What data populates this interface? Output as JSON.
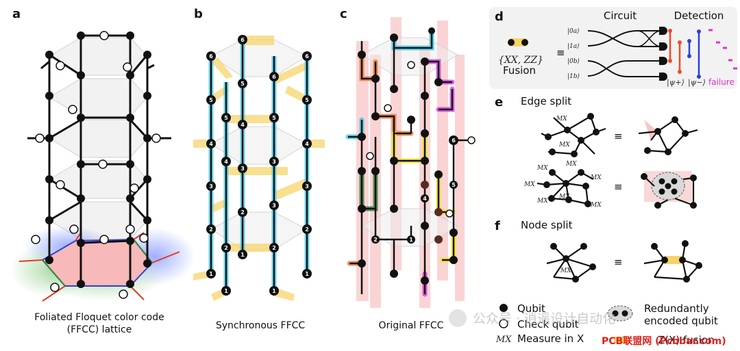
{
  "panels": {
    "a": {
      "letter": "a",
      "caption_line1": "Foliated Floquet color code",
      "caption_line2": "(FFCC) lattice"
    },
    "b": {
      "letter": "b",
      "caption": "Synchronous FFCC",
      "node_numbers": [
        "1",
        "2",
        "3",
        "4",
        "5",
        "6"
      ]
    },
    "c": {
      "letter": "c",
      "caption": "Original FFCC"
    },
    "d": {
      "letter": "d",
      "circuit_title": "Circuit",
      "detection_title": "Detection",
      "fusion_operator": "{XX, ZZ}",
      "equiv": "≡",
      "fusion_label": "Fusion",
      "kets": [
        "|0a⟩",
        "|1a⟩",
        "|0b⟩",
        "|1b⟩"
      ],
      "legend_psi_plus": "|ψ+⟩",
      "legend_psi_minus": "|ψ−⟩",
      "legend_failure": "failure"
    },
    "e": {
      "letter": "e",
      "title": "Edge split",
      "mx": "MX",
      "equiv": "≡"
    },
    "f": {
      "letter": "f",
      "title": "Node split",
      "mx": "MX",
      "equiv": "≡"
    }
  },
  "legend": {
    "qubit": "Qubit",
    "check_qubit": "Check qubit",
    "measure_symbol": "MX",
    "measure_text": "Measure in X",
    "redundant_line1": "Redundantly",
    "redundant_line2": "encoded qubit",
    "fusion_text": "Z(X) fusion"
  },
  "watermark": {
    "text1": "公众号 · 逍遥设计自动化",
    "text2": "PCB联盟网 (Pcbbar.com)"
  },
  "colors": {
    "red": "#f04a25",
    "blue": "#2f3fd8",
    "magenta": "#e030d0",
    "cyan": "#3cc7e6",
    "yellow": "#f7d46a",
    "pink": "#f6b8b8"
  }
}
